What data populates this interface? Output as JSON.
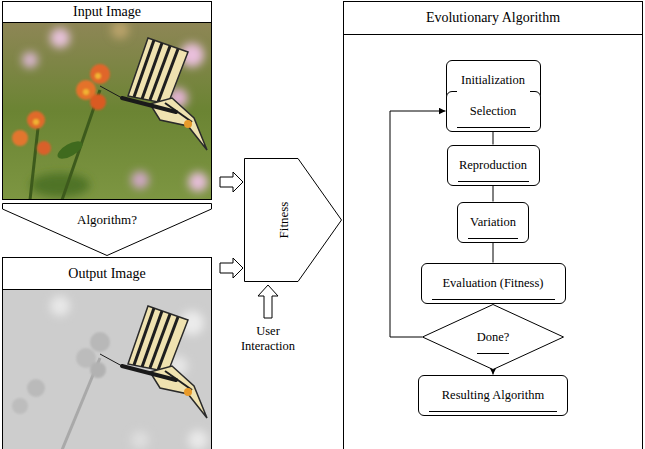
{
  "diagram": {
    "nodes": [
      {
        "text": [
          "Input Image"
        ]
      },
      {
        "text": [
          "Algorithm?"
        ]
      },
      {
        "text": [
          "Output Image"
        ]
      },
      {
        "text": [
          "Fitness"
        ]
      },
      {
        "text": [
          "Evolutionary Algorithm"
        ]
      },
      {
        "text": [
          "Initialization"
        ],
        "in": 4
      },
      {
        "text": [
          "Selection"
        ],
        "in": 4
      },
      {
        "text": [
          "Reproduction"
        ],
        "in": 4
      },
      {
        "text": [
          "Variation"
        ],
        "in": 4
      },
      {
        "text": [
          "Evaluation (Fitness)"
        ],
        "in": 4
      },
      {
        "text": [
          "Done?"
        ],
        "in": 4
      },
      {
        "text": [
          "Resulting Algorithm"
        ],
        "in": 4
      }
    ],
    "edges": [
      {
        "from": 0,
        "to": 3,
        "arrow": "to"
      },
      {
        "from": 2,
        "to": 3,
        "arrow": "to"
      },
      {
        "from": 5,
        "to": 6,
        "arrow": "to"
      },
      {
        "from": 6,
        "to": 7,
        "arrow": "none"
      },
      {
        "from": 7,
        "to": 8,
        "arrow": "none"
      },
      {
        "from": 8,
        "to": 9,
        "arrow": "none"
      },
      {
        "from": 9,
        "to": 10,
        "arrow": "to"
      },
      {
        "from": 10,
        "to": 6,
        "arrow": "to"
      },
      {
        "from": 10,
        "to": 11,
        "arrow": "to"
      }
    ],
    "labels": [
      "User Interaction"
    ]
  }
}
